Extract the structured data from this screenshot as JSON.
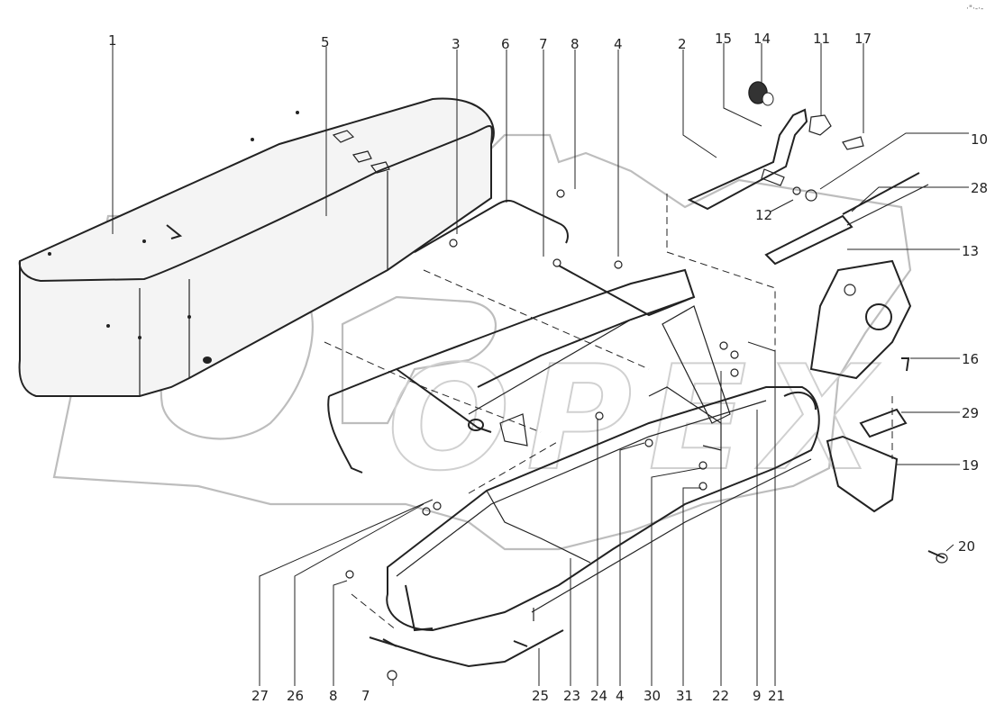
{
  "corner_mark": "·\"·-·-",
  "watermark_text": "OPEX",
  "callouts": {
    "c1": "1",
    "c2": "2",
    "c3": "3",
    "c4a": "4",
    "c4b": "4",
    "c5": "5",
    "c6": "6",
    "c7a": "7",
    "c7b": "7",
    "c8a": "8",
    "c8b": "8",
    "c9": "9",
    "c10": "10",
    "c11": "11",
    "c12": "12",
    "c13": "13",
    "c14": "14",
    "c15": "15",
    "c16": "16",
    "c17": "17",
    "c19": "19",
    "c20": "20",
    "c21": "21",
    "c22": "22",
    "c23": "23",
    "c24": "24",
    "c25": "25",
    "c26": "26",
    "c27": "27",
    "c28": "28",
    "c29": "29",
    "c30": "30",
    "c31": "31"
  },
  "colors": {
    "ink": "#222222",
    "watermark": "#bdbdbd",
    "paper": "#ffffff"
  }
}
